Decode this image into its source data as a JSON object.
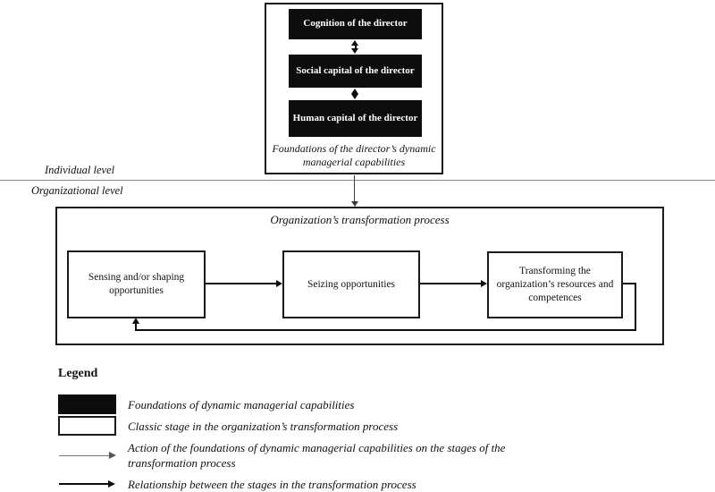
{
  "figure": {
    "individual": {
      "level_label": "Individual level",
      "caption": "Foundations of the director’s dynamic managerial capabilities",
      "foundation_boxes": [
        {
          "label": "Cognition of the director"
        },
        {
          "label": "Social capital of the director"
        },
        {
          "label": "Human capital of the director"
        }
      ]
    },
    "organizational": {
      "level_label": "Organizational level",
      "title": "Organization’s transformation process",
      "stages": [
        {
          "label": "Sensing and/or shaping opportunities"
        },
        {
          "label": "Seizing opportunities"
        },
        {
          "label": "Transforming the organization’s resources and competences"
        }
      ]
    },
    "legend": {
      "heading": "Legend",
      "items": [
        {
          "swatch": "black-box-swatch",
          "label": "Foundations of dynamic managerial capabilities"
        },
        {
          "swatch": "white-box-swatch",
          "label": "Classic stage in the organization’s transformation process"
        },
        {
          "swatch": "thin-arrow",
          "label": "Action of the foundations of dynamic managerial capabilities on the stages of the transformation process"
        },
        {
          "swatch": "thick-arrow",
          "label": "Relationship between the stages in the transformation process"
        }
      ]
    },
    "colors": {
      "box_fill": "#0d0d0d",
      "border": "#1a1a1a",
      "thin_arrow": "#666666",
      "separator": "#8a8a8a",
      "background": "#ffffff"
    }
  }
}
